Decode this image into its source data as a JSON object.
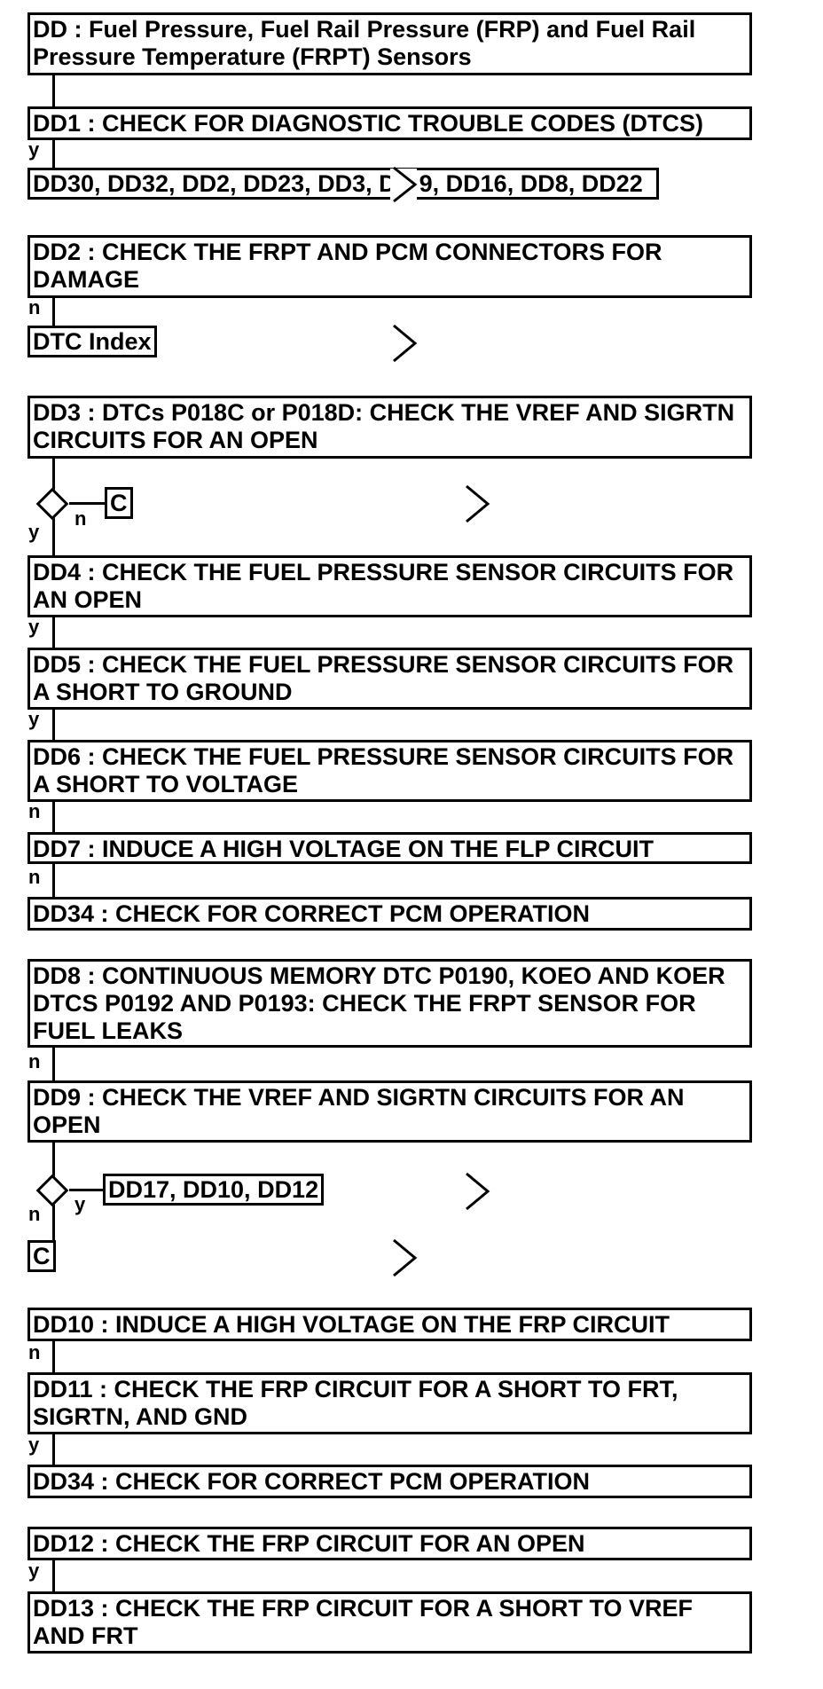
{
  "title": "DD : Fuel Pressure, Fuel Rail Pressure (FRP) and Fuel Rail Pressure Temperature (FRPT) Sensors",
  "steps": {
    "dd1": "DD1 : CHECK FOR DIAGNOSTIC TROUBLE CODES (DTCS)",
    "dd2": "DD2 : CHECK THE FRPT AND PCM CONNECTORS FOR DAMAGE",
    "dd3": "DD3 : DTCs P018C or P018D: CHECK THE VREF AND SIGRTN CIRCUITS FOR AN OPEN",
    "dd4": "DD4 : CHECK THE FUEL PRESSURE SENSOR CIRCUITS FOR AN OPEN",
    "dd5": "DD5 : CHECK THE FUEL PRESSURE SENSOR CIRCUITS FOR A SHORT TO GROUND",
    "dd6": "DD6 : CHECK THE FUEL PRESSURE SENSOR CIRCUITS FOR A SHORT TO VOLTAGE",
    "dd7": "DD7 : INDUCE A HIGH VOLTAGE ON THE FLP CIRCUIT",
    "dd34a": "DD34 : CHECK FOR CORRECT PCM OPERATION",
    "dd8": "DD8 : CONTINUOUS MEMORY DTC P0190, KOEO AND KOER DTCS P0192 AND P0193: CHECK THE FRPT SENSOR FOR FUEL LEAKS",
    "dd9": "DD9 : CHECK THE VREF AND SIGRTN CIRCUITS FOR AN OPEN",
    "dd10": "DD10 : INDUCE A HIGH VOLTAGE ON THE FRP CIRCUIT",
    "dd11": "DD11 : CHECK THE FRP CIRCUIT FOR A SHORT TO FRT, SIGRTN, AND GND",
    "dd34b": "DD34 : CHECK FOR CORRECT PCM OPERATION",
    "dd12": "DD12 : CHECK THE FRP CIRCUIT FOR AN OPEN",
    "dd13": "DD13 : CHECK THE FRP CIRCUIT FOR A SHORT TO VREF AND FRT"
  },
  "targets": {
    "dd1_list_left": "DD30, DD32, DD2, DD23, DD3, D",
    "dd1_list_right": "9, DD16, DD8, DD22",
    "dd2_target": "DTC Index",
    "dd3_target": "C",
    "dd9_yes_target": "DD17, DD10, DD12",
    "dd9_no_target": "C"
  },
  "branches": {
    "y": "y",
    "n": "n"
  }
}
